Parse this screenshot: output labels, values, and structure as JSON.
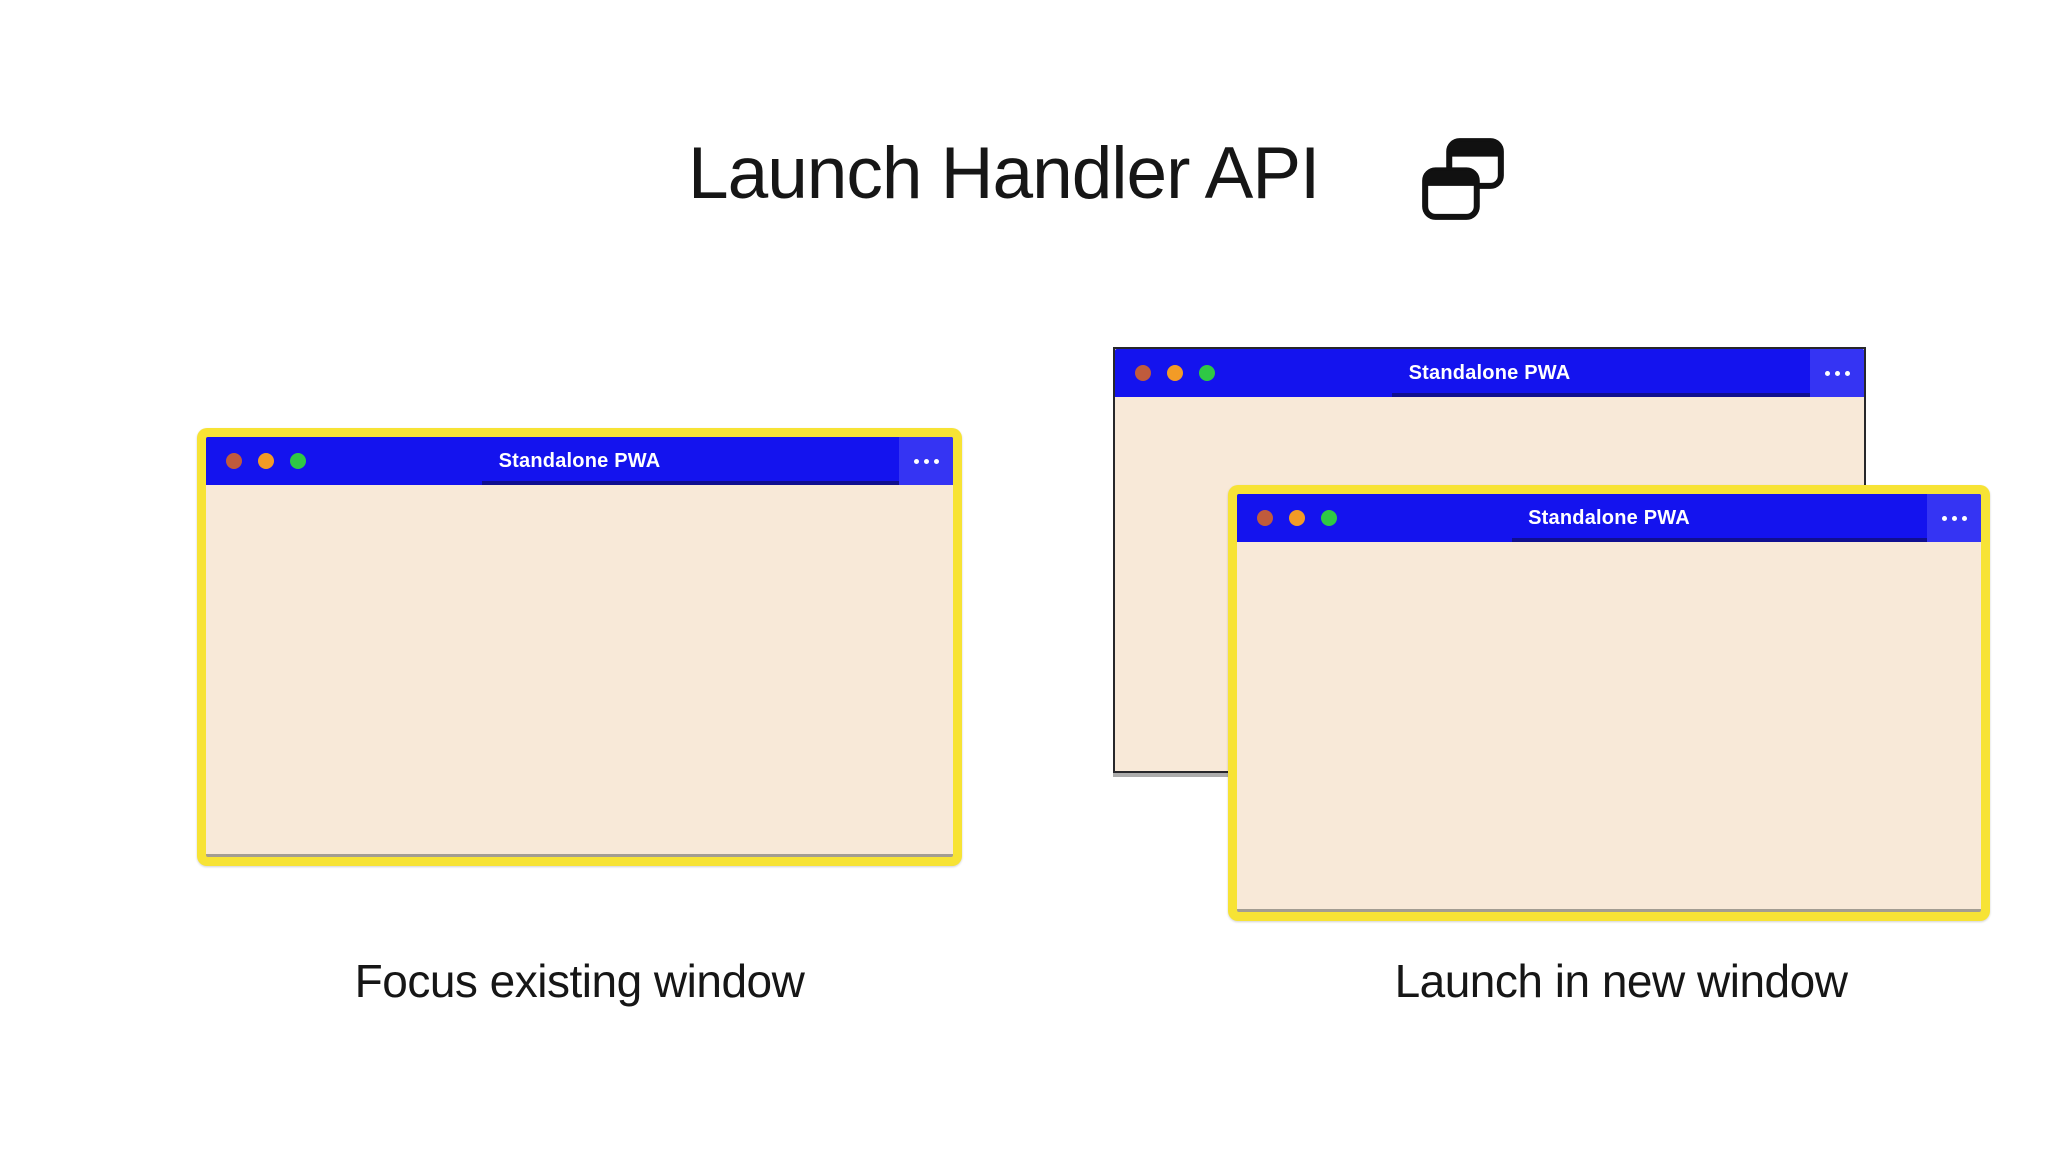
{
  "header": {
    "title": "Launch Handler API",
    "icon": "overlapping-windows-icon"
  },
  "panels": {
    "left": {
      "caption": "Focus existing window",
      "window": {
        "title": "Standalone PWA",
        "menu_icon": "ellipsis-icon",
        "traffic_lights": [
          "close",
          "minimize",
          "zoom"
        ]
      }
    },
    "right": {
      "caption": "Launch in new window",
      "back_window": {
        "title": "Standalone PWA",
        "menu_icon": "ellipsis-icon",
        "traffic_lights": [
          "close",
          "minimize",
          "zoom"
        ]
      },
      "front_window": {
        "title": "Standalone PWA",
        "menu_icon": "ellipsis-icon",
        "traffic_lights": [
          "close",
          "minimize",
          "zoom"
        ]
      }
    }
  },
  "colors": {
    "titlebar-blue": "#1413ee",
    "titlebar-menu-blue": "#3534f3",
    "window-body": "#f8e9d8",
    "highlight-yellow": "#f7e335",
    "back-window-border": "#27272b",
    "traffic-close": "#c05b3c",
    "traffic-minimize": "#f29b26",
    "traffic-zoom": "#2fc845",
    "window-bottom-line": "#a39d92",
    "text-dark": "#161616"
  }
}
